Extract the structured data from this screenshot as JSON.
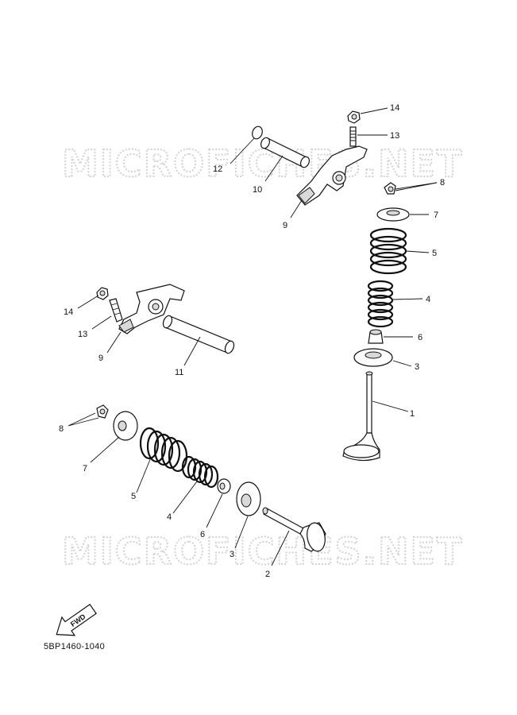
{
  "watermark": {
    "top": "MICROFICHES.NET",
    "bottom": "MICROFICHES.NET"
  },
  "fwd_label": "FWD",
  "part_code": "5BP1460-1040",
  "callouts": {
    "n14a": "14",
    "n13a": "13",
    "n12": "12",
    "n10": "10",
    "n9a": "9",
    "n8a": "8",
    "n7a": "7",
    "n5a": "5",
    "n4a": "4",
    "n6a": "6",
    "n3a": "3",
    "n1": "1",
    "n14b": "14",
    "n13b": "13",
    "n9b": "9",
    "n11": "11",
    "n8b": "8",
    "n7b": "7",
    "n5b": "5",
    "n4b": "4",
    "n6b": "6",
    "n3b": "3",
    "n2": "2"
  }
}
